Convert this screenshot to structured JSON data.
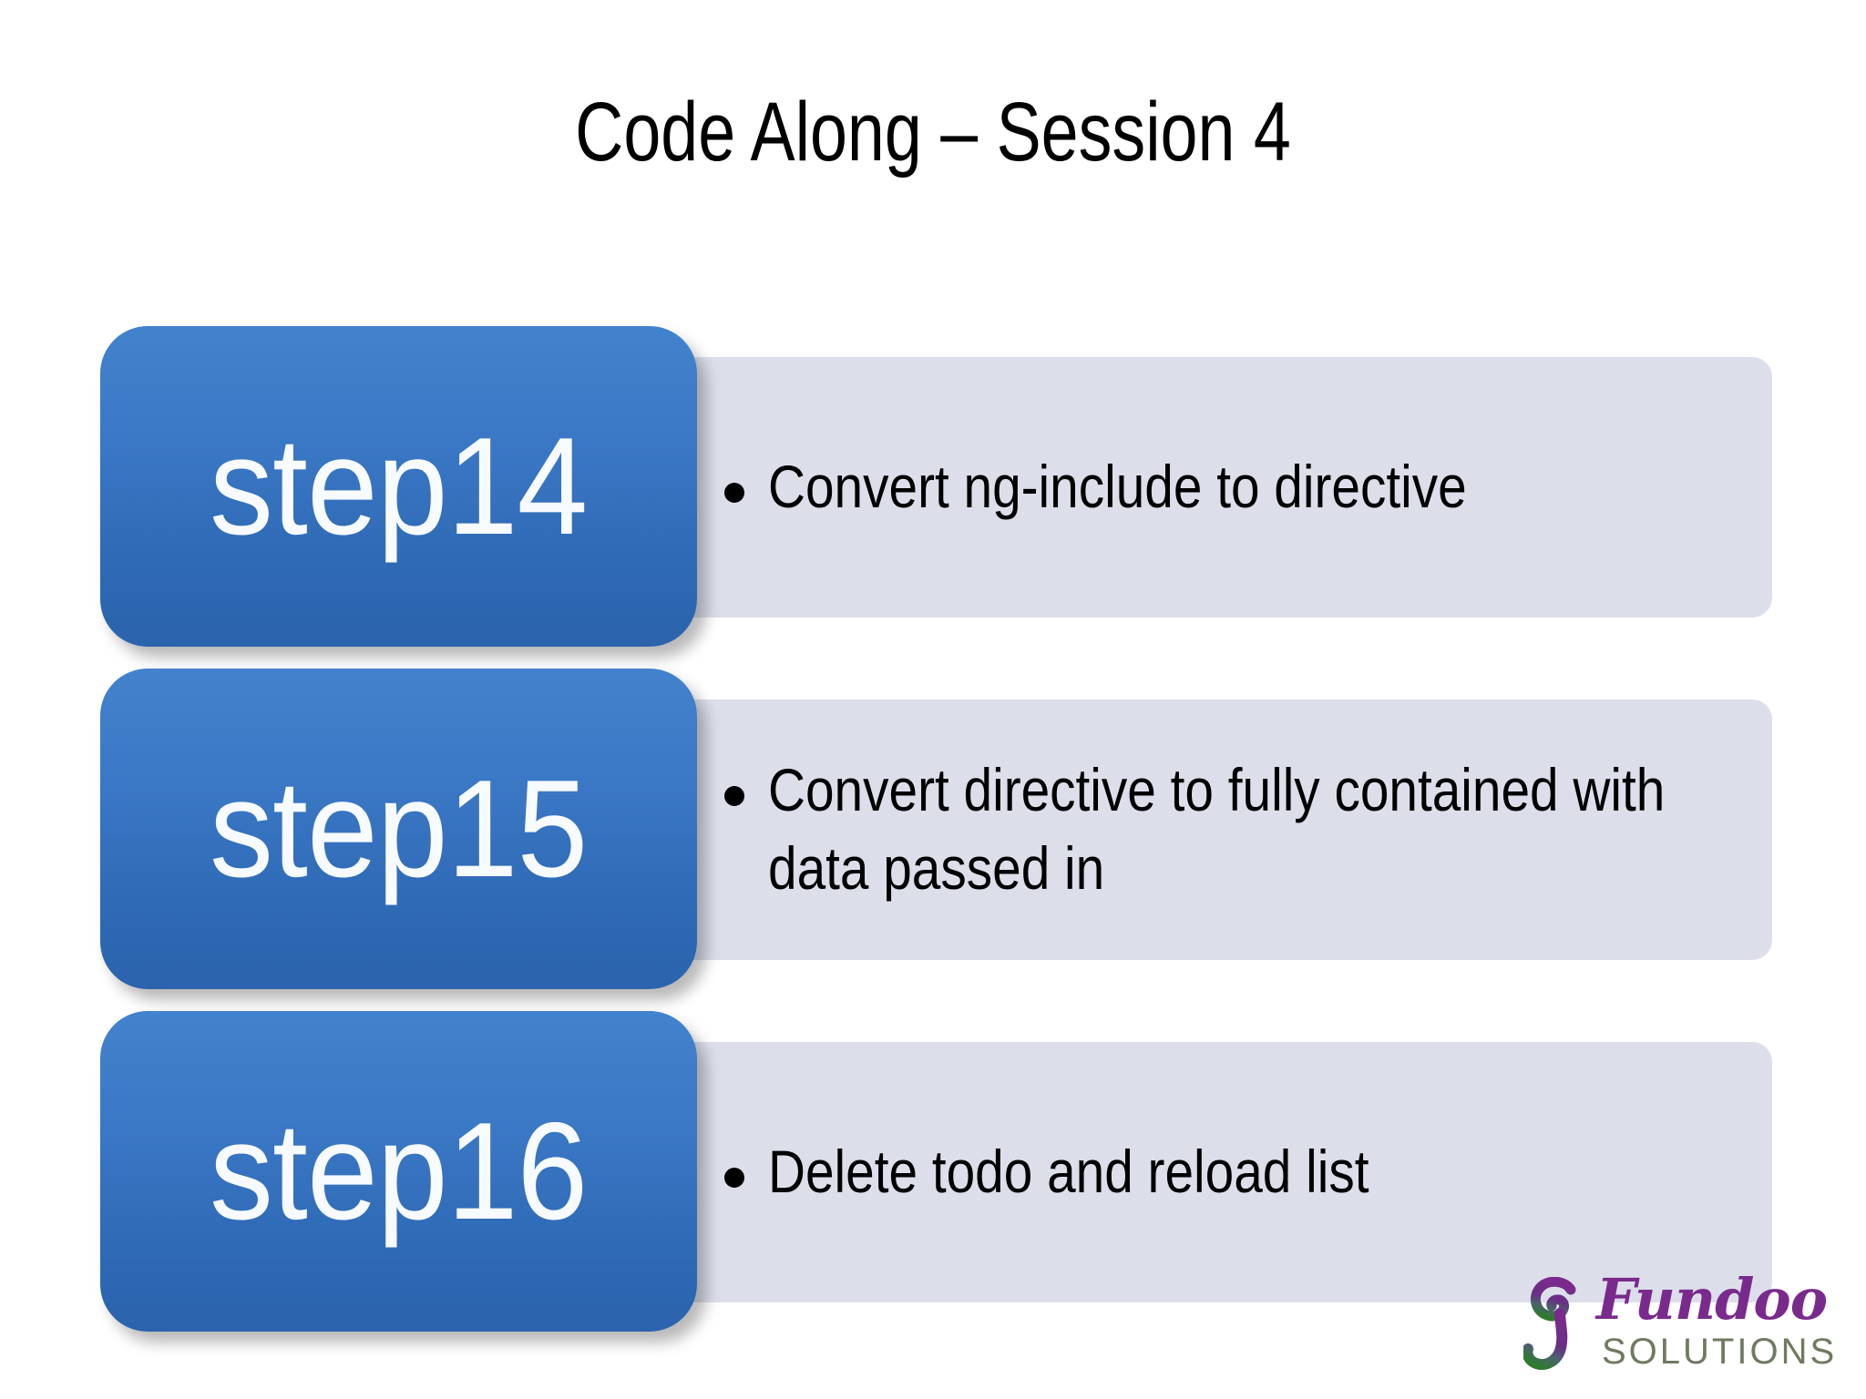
{
  "slide": {
    "title": "Code Along – Session 4",
    "background_color": "#ffffff"
  },
  "theme": {
    "chip_gradient_top": "#4382cd",
    "chip_gradient_bottom": "#2b63ac",
    "panel_color": "#dcdfea",
    "text_color": "#000000",
    "chip_text_color": "#f7fbff"
  },
  "steps": [
    {
      "chip_label": "step14",
      "bullets": [
        "Convert ng-include to directive"
      ]
    },
    {
      "chip_label": "step15",
      "bullets": [
        "Convert directive to fully contained with data passed in"
      ]
    },
    {
      "chip_label": "step16",
      "bullets": [
        "Delete todo and reload list"
      ]
    }
  ],
  "logo": {
    "wordmark": "Fundoo",
    "subtitle": "SOLUTIONS",
    "mark_icon": "fundoo-swirl-icon",
    "wordmark_color": "#7a2a8c",
    "subtitle_color": "#6f7a60",
    "mark_gradient_start": "#7a2a8c",
    "mark_gradient_end": "#2f7a2f"
  }
}
